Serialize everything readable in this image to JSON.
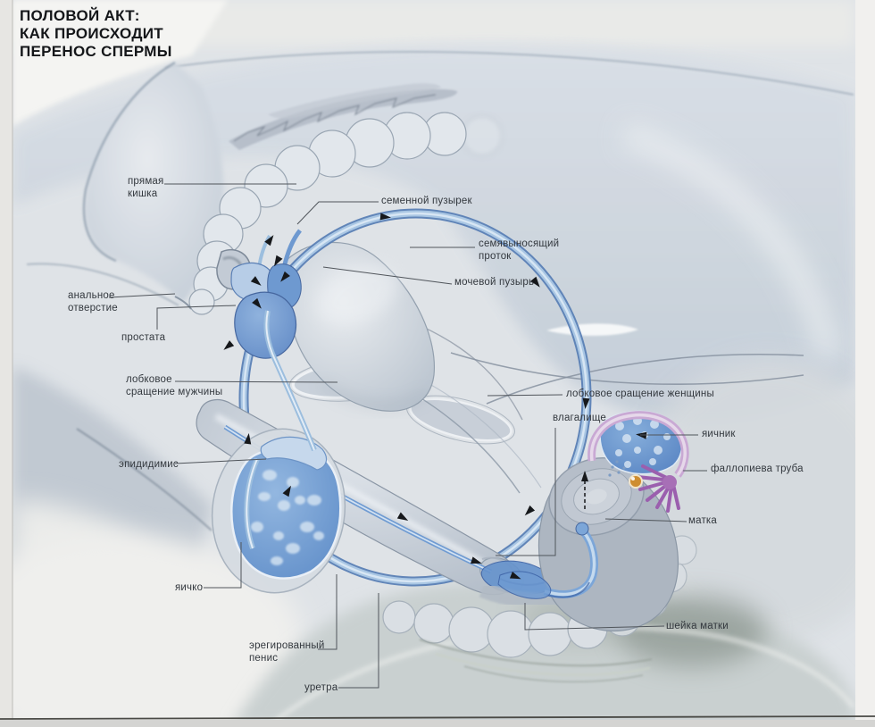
{
  "figure": {
    "title_lines": [
      "ПОЛОВОЙ АКТ:",
      "КАК ПРОИСХОДИТ",
      "ПЕРЕНОС СПЕРМЫ"
    ]
  },
  "labels": [
    {
      "text": "прямая\nкишка"
    },
    {
      "text": "семенной пузырек"
    },
    {
      "text": "семявыносящий\nпроток"
    },
    {
      "text": "мочевой пузырь"
    },
    {
      "text": "анальное\nотверстие"
    },
    {
      "text": "простата"
    },
    {
      "text": "лобковое\nсращение мужчины"
    },
    {
      "text": "эпидидимис"
    },
    {
      "text": "яичко"
    },
    {
      "text": "эрегированный\nпенис"
    },
    {
      "text": "уретра"
    },
    {
      "text": "лобковое сращение женщины"
    },
    {
      "text": "влагалище"
    },
    {
      "text": "яичник"
    },
    {
      "text": "фаллопиева труба"
    },
    {
      "text": "матка"
    },
    {
      "text": "шейка матки"
    }
  ],
  "palette": {
    "body_tint": "#ccd4dd",
    "duct_blue": "#7ca6d8",
    "deep_blue": "#46679f",
    "tube_pink": "#c9a9d4",
    "fimbriae_purple": "#9b5fae",
    "egg_orange": "#ce8d31",
    "label_color": "#33383e",
    "title_color": "#141619"
  }
}
